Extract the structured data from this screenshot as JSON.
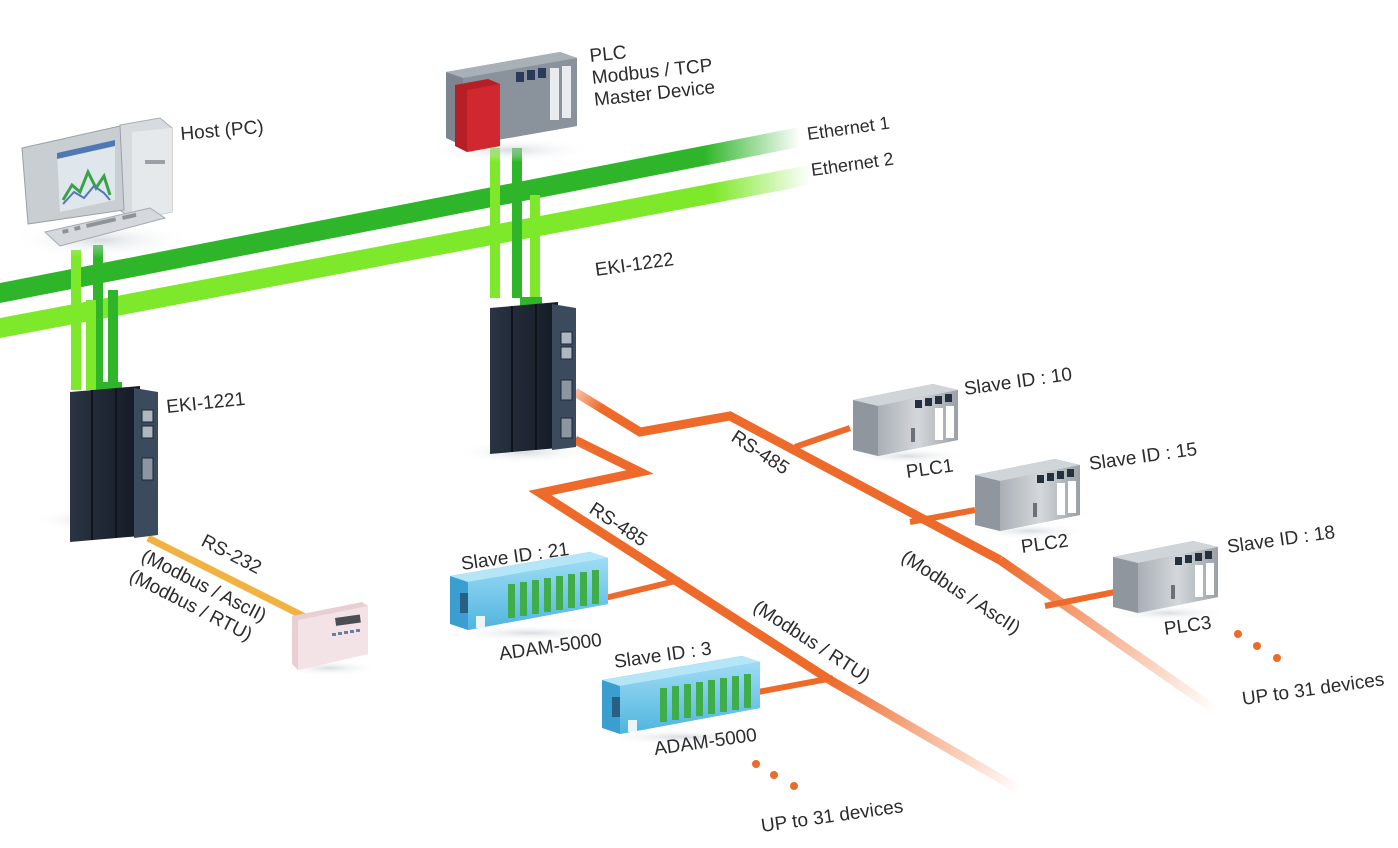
{
  "diagram": {
    "colors": {
      "ethernet1": "#2fb52a",
      "ethernet2": "#7ee82a",
      "rs485": "#ee6a2a",
      "rs232": "#f2b241",
      "switch_body": "#1e2836",
      "plc_master_red": "#c8252a",
      "plc_gray": "#b9bec3",
      "adam_blue": "#6cc6ea",
      "adam_green": "#3fae49",
      "text": "#2b2b2b"
    },
    "nodes": {
      "host": {
        "label": "Host (PC)"
      },
      "plc_master": {
        "lines": [
          "PLC",
          "Modbus / TCP",
          "Master Device"
        ]
      },
      "eki1221": {
        "label": "EKI-1221"
      },
      "eki1222": {
        "label": "EKI-1222"
      },
      "hmi_panel": {
        "label": ""
      },
      "plc1": {
        "label": "PLC1",
        "slave_id": "Slave ID : 10"
      },
      "plc2": {
        "label": "PLC2",
        "slave_id": "Slave ID : 15"
      },
      "plc3": {
        "label": "PLC3",
        "slave_id": "Slave ID : 18"
      },
      "adam1": {
        "label": "ADAM-5000",
        "slave_id": "Slave ID : 21"
      },
      "adam2": {
        "label": "ADAM-5000",
        "slave_id": "Slave ID : 3"
      }
    },
    "networks": {
      "ethernet1": "Ethernet 1",
      "ethernet2": "Ethernet 2",
      "rs232": {
        "label": "RS-232",
        "protocol1": "(Modbus / AscII)",
        "protocol2": "(Modbus / RTU)"
      },
      "rs485_plc": {
        "label": "RS-485",
        "protocol": "(Modbus / AscII)",
        "capacity": "UP to 31 devices"
      },
      "rs485_adam": {
        "label": "RS-485",
        "protocol": "(Modbus / RTU)",
        "capacity": "UP to 31 devices"
      }
    }
  }
}
